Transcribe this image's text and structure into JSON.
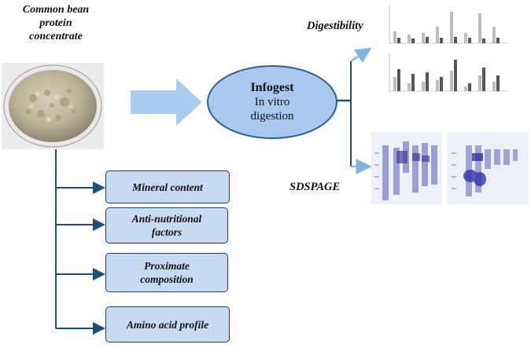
{
  "source": {
    "title_lines": [
      "Common bean",
      "protein",
      "concentrate"
    ]
  },
  "analyses": [
    {
      "label": "Mineral content"
    },
    {
      "label": "Anti-nutritional factors"
    },
    {
      "label": "Proximate composition"
    },
    {
      "label": "Amino acid profile"
    }
  ],
  "process": {
    "title": "Infogest",
    "subtitle_lines": [
      "In vitro",
      "digestion"
    ]
  },
  "outputs": {
    "digestibility_label": "Digestibility",
    "sdspage_label": "SDSPAGE"
  },
  "colors": {
    "box_fill": "#c7daf1",
    "box_border": "#1f3f5f",
    "ellipse_fill": "#a9c8ee",
    "big_arrow": "#a9ccf0",
    "connector": "#1f4e78",
    "light_arrow": "#7fb3e3"
  }
}
